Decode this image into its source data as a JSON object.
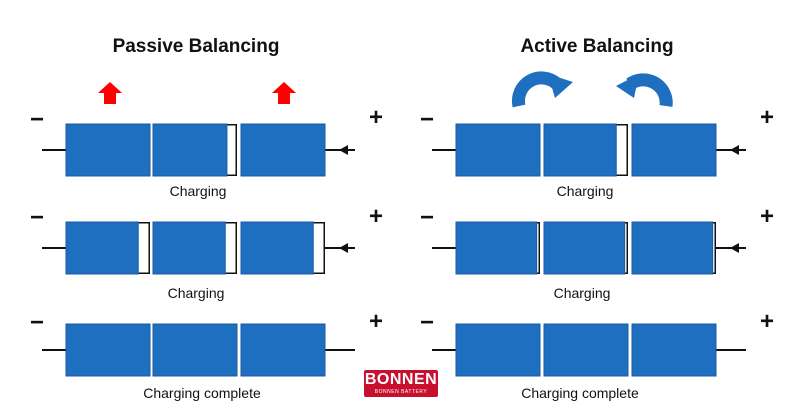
{
  "colors": {
    "cell": "#1e6fc0",
    "cell_border": "#1a5aa0",
    "wire": "#111111",
    "heat_arrow": "#ff0000",
    "active_arrow": "#1e6fc0",
    "logo_bg": "#c8102e"
  },
  "panels": {
    "passive": {
      "title": "Passive Balancing",
      "rows": [
        {
          "caption": "Charging",
          "minus": "−",
          "plus": "+",
          "charge_arrow": true,
          "cells": [
            {
              "fill": 1.0
            },
            {
              "fill": 0.88
            },
            {
              "fill": 1.0
            }
          ]
        },
        {
          "caption": "Charging",
          "minus": "−",
          "plus": "+",
          "charge_arrow": true,
          "cells": [
            {
              "fill": 0.86
            },
            {
              "fill": 0.86
            },
            {
              "fill": 0.86
            }
          ]
        },
        {
          "caption": "Charging complete",
          "minus": "−",
          "plus": "+",
          "charge_arrow": false,
          "cells": [
            {
              "fill": 1.0
            },
            {
              "fill": 1.0
            },
            {
              "fill": 1.0
            }
          ]
        }
      ],
      "indicator_icons": [
        "heat-up-arrow-icon",
        "heat-up-arrow-icon"
      ]
    },
    "active": {
      "title": "Active Balancing",
      "rows": [
        {
          "caption": "Charging",
          "minus": "−",
          "plus": "+",
          "charge_arrow": true,
          "cells": [
            {
              "fill": 1.0
            },
            {
              "fill": 0.86
            },
            {
              "fill": 1.0
            }
          ]
        },
        {
          "caption": "Charging",
          "minus": "−",
          "plus": "+",
          "charge_arrow": true,
          "cells": [
            {
              "fill": 0.96
            },
            {
              "fill": 0.96
            },
            {
              "fill": 0.96
            }
          ]
        },
        {
          "caption": "Charging complete",
          "minus": "−",
          "plus": "+",
          "charge_arrow": false,
          "cells": [
            {
              "fill": 1.0
            },
            {
              "fill": 1.0
            },
            {
              "fill": 1.0
            }
          ]
        }
      ],
      "indicator_icons": [
        "transfer-arrow-icon",
        "transfer-arrow-icon"
      ]
    }
  },
  "logo": {
    "main": "BONNEN",
    "sub": "BONNEN BATTERY"
  }
}
